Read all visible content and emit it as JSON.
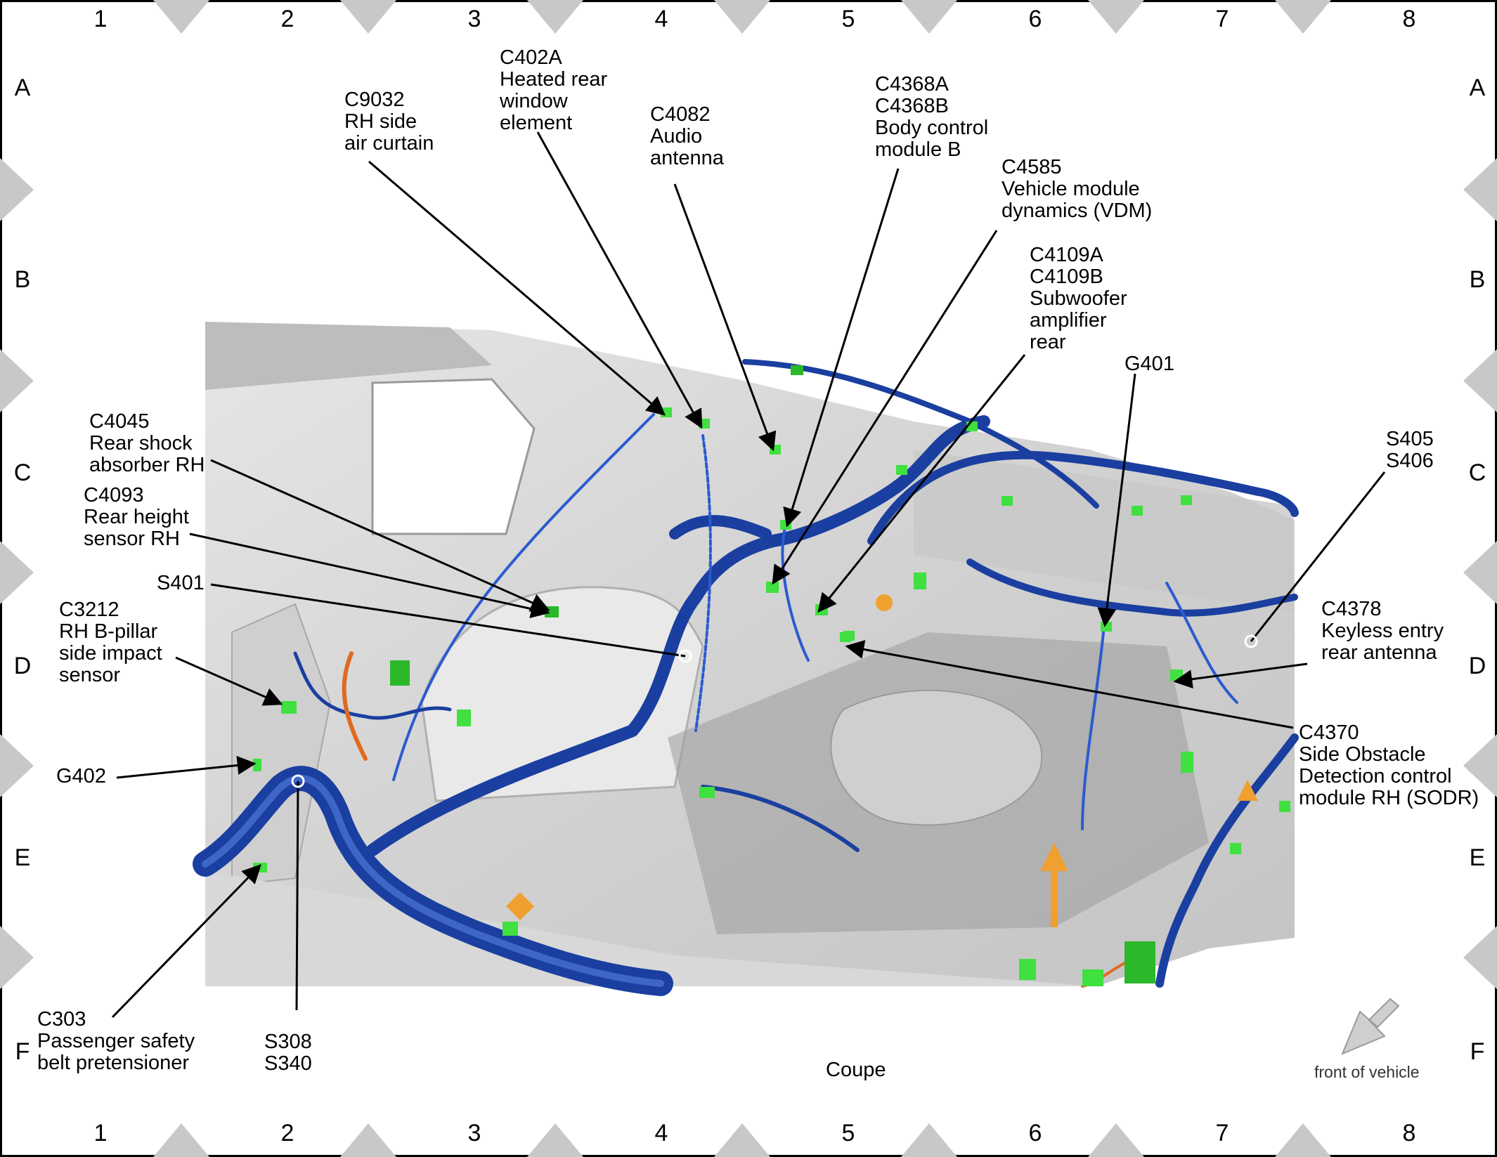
{
  "grid": {
    "columns": [
      "1",
      "2",
      "3",
      "4",
      "5",
      "6",
      "7",
      "8"
    ],
    "rows": [
      "A",
      "B",
      "C",
      "D",
      "E",
      "F"
    ]
  },
  "callouts": {
    "c9032": [
      "C9032",
      "RH side",
      "air curtain"
    ],
    "c402a": [
      "C402A",
      "Heated rear",
      "window",
      "element"
    ],
    "c4082": [
      "C4082",
      "Audio",
      "antenna"
    ],
    "c4368": [
      "C4368A",
      "C4368B",
      "Body control",
      "module B"
    ],
    "c4585": [
      "C4585",
      "Vehicle module",
      "dynamics (VDM)"
    ],
    "c4109": [
      "C4109A",
      "C4109B",
      "Subwoofer",
      "amplifier",
      "rear"
    ],
    "g401": [
      "G401"
    ],
    "s405": [
      "S405",
      "S406"
    ],
    "c4045": [
      "C4045",
      "Rear shock",
      "absorber RH"
    ],
    "c4093": [
      "C4093",
      "Rear height",
      "sensor RH"
    ],
    "s401": [
      "S401"
    ],
    "c3212": [
      "C3212",
      "RH B-pillar",
      "side impact",
      "sensor"
    ],
    "c4378": [
      "C4378",
      "Keyless entry",
      "rear antenna"
    ],
    "g402": [
      "G402"
    ],
    "c4370": [
      "C4370",
      "Side Obstacle",
      "Detection control",
      "module RH (SODR)"
    ],
    "c303": [
      "C303",
      "Passenger safety",
      "belt pretensioner"
    ],
    "s308": [
      "S308",
      "S340"
    ]
  },
  "caption": "Coupe",
  "front_note": "front of vehicle",
  "colors": {
    "harness": "#1a3fa0",
    "harness_highlight": "#4f78d6",
    "connector": "#3fe03f",
    "clip": "#f0a030",
    "body": "#dcdcdc",
    "body_light": "#f0f0f0",
    "zone_marker": "#c8c8c8"
  }
}
